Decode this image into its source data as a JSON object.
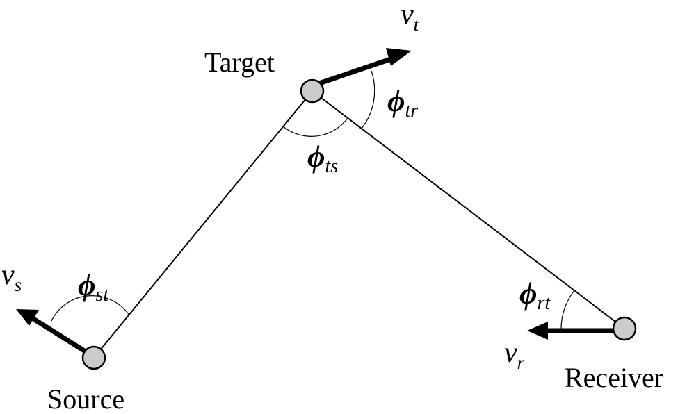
{
  "nodes": {
    "source": {
      "label": "Source"
    },
    "target": {
      "label": "Target"
    },
    "receiver": {
      "label": "Receiver"
    }
  },
  "velocities": {
    "source": {
      "symbol": "v",
      "subscript": "s"
    },
    "target": {
      "symbol": "v",
      "subscript": "t"
    },
    "receiver": {
      "symbol": "v",
      "subscript": "r"
    }
  },
  "angles": {
    "st": {
      "symbol": "ϕ",
      "subscript": "st"
    },
    "ts": {
      "symbol": "ϕ",
      "subscript": "ts"
    },
    "tr": {
      "symbol": "ϕ",
      "subscript": "tr"
    },
    "rt": {
      "symbol": "ϕ",
      "subscript": "rt"
    }
  },
  "colors": {
    "node_fill": "#cccccc",
    "stroke": "#000000",
    "background": "#ffffff"
  }
}
